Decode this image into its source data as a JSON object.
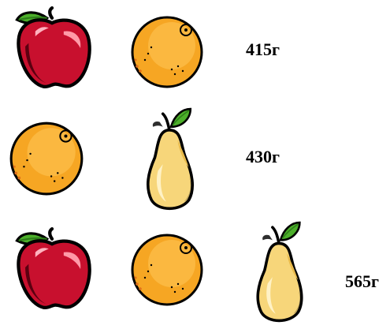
{
  "rows": [
    {
      "fruits": [
        "apple-icon",
        "orange-icon"
      ],
      "weight": "415г"
    },
    {
      "fruits": [
        "orange-icon",
        "pear-icon"
      ],
      "weight": "430г"
    },
    {
      "fruits": [
        "apple-icon",
        "orange-icon",
        "pear-icon"
      ],
      "weight": "565г"
    }
  ],
  "colors": {
    "apple": "#c8102e",
    "apple_dark": "#5a0010",
    "leaf": "#4caf2a",
    "orange": "#f6a623",
    "orange_light": "#ffc65a",
    "pear": "#f7d67a",
    "pear_light": "#fff2c6",
    "outline": "#000000"
  }
}
